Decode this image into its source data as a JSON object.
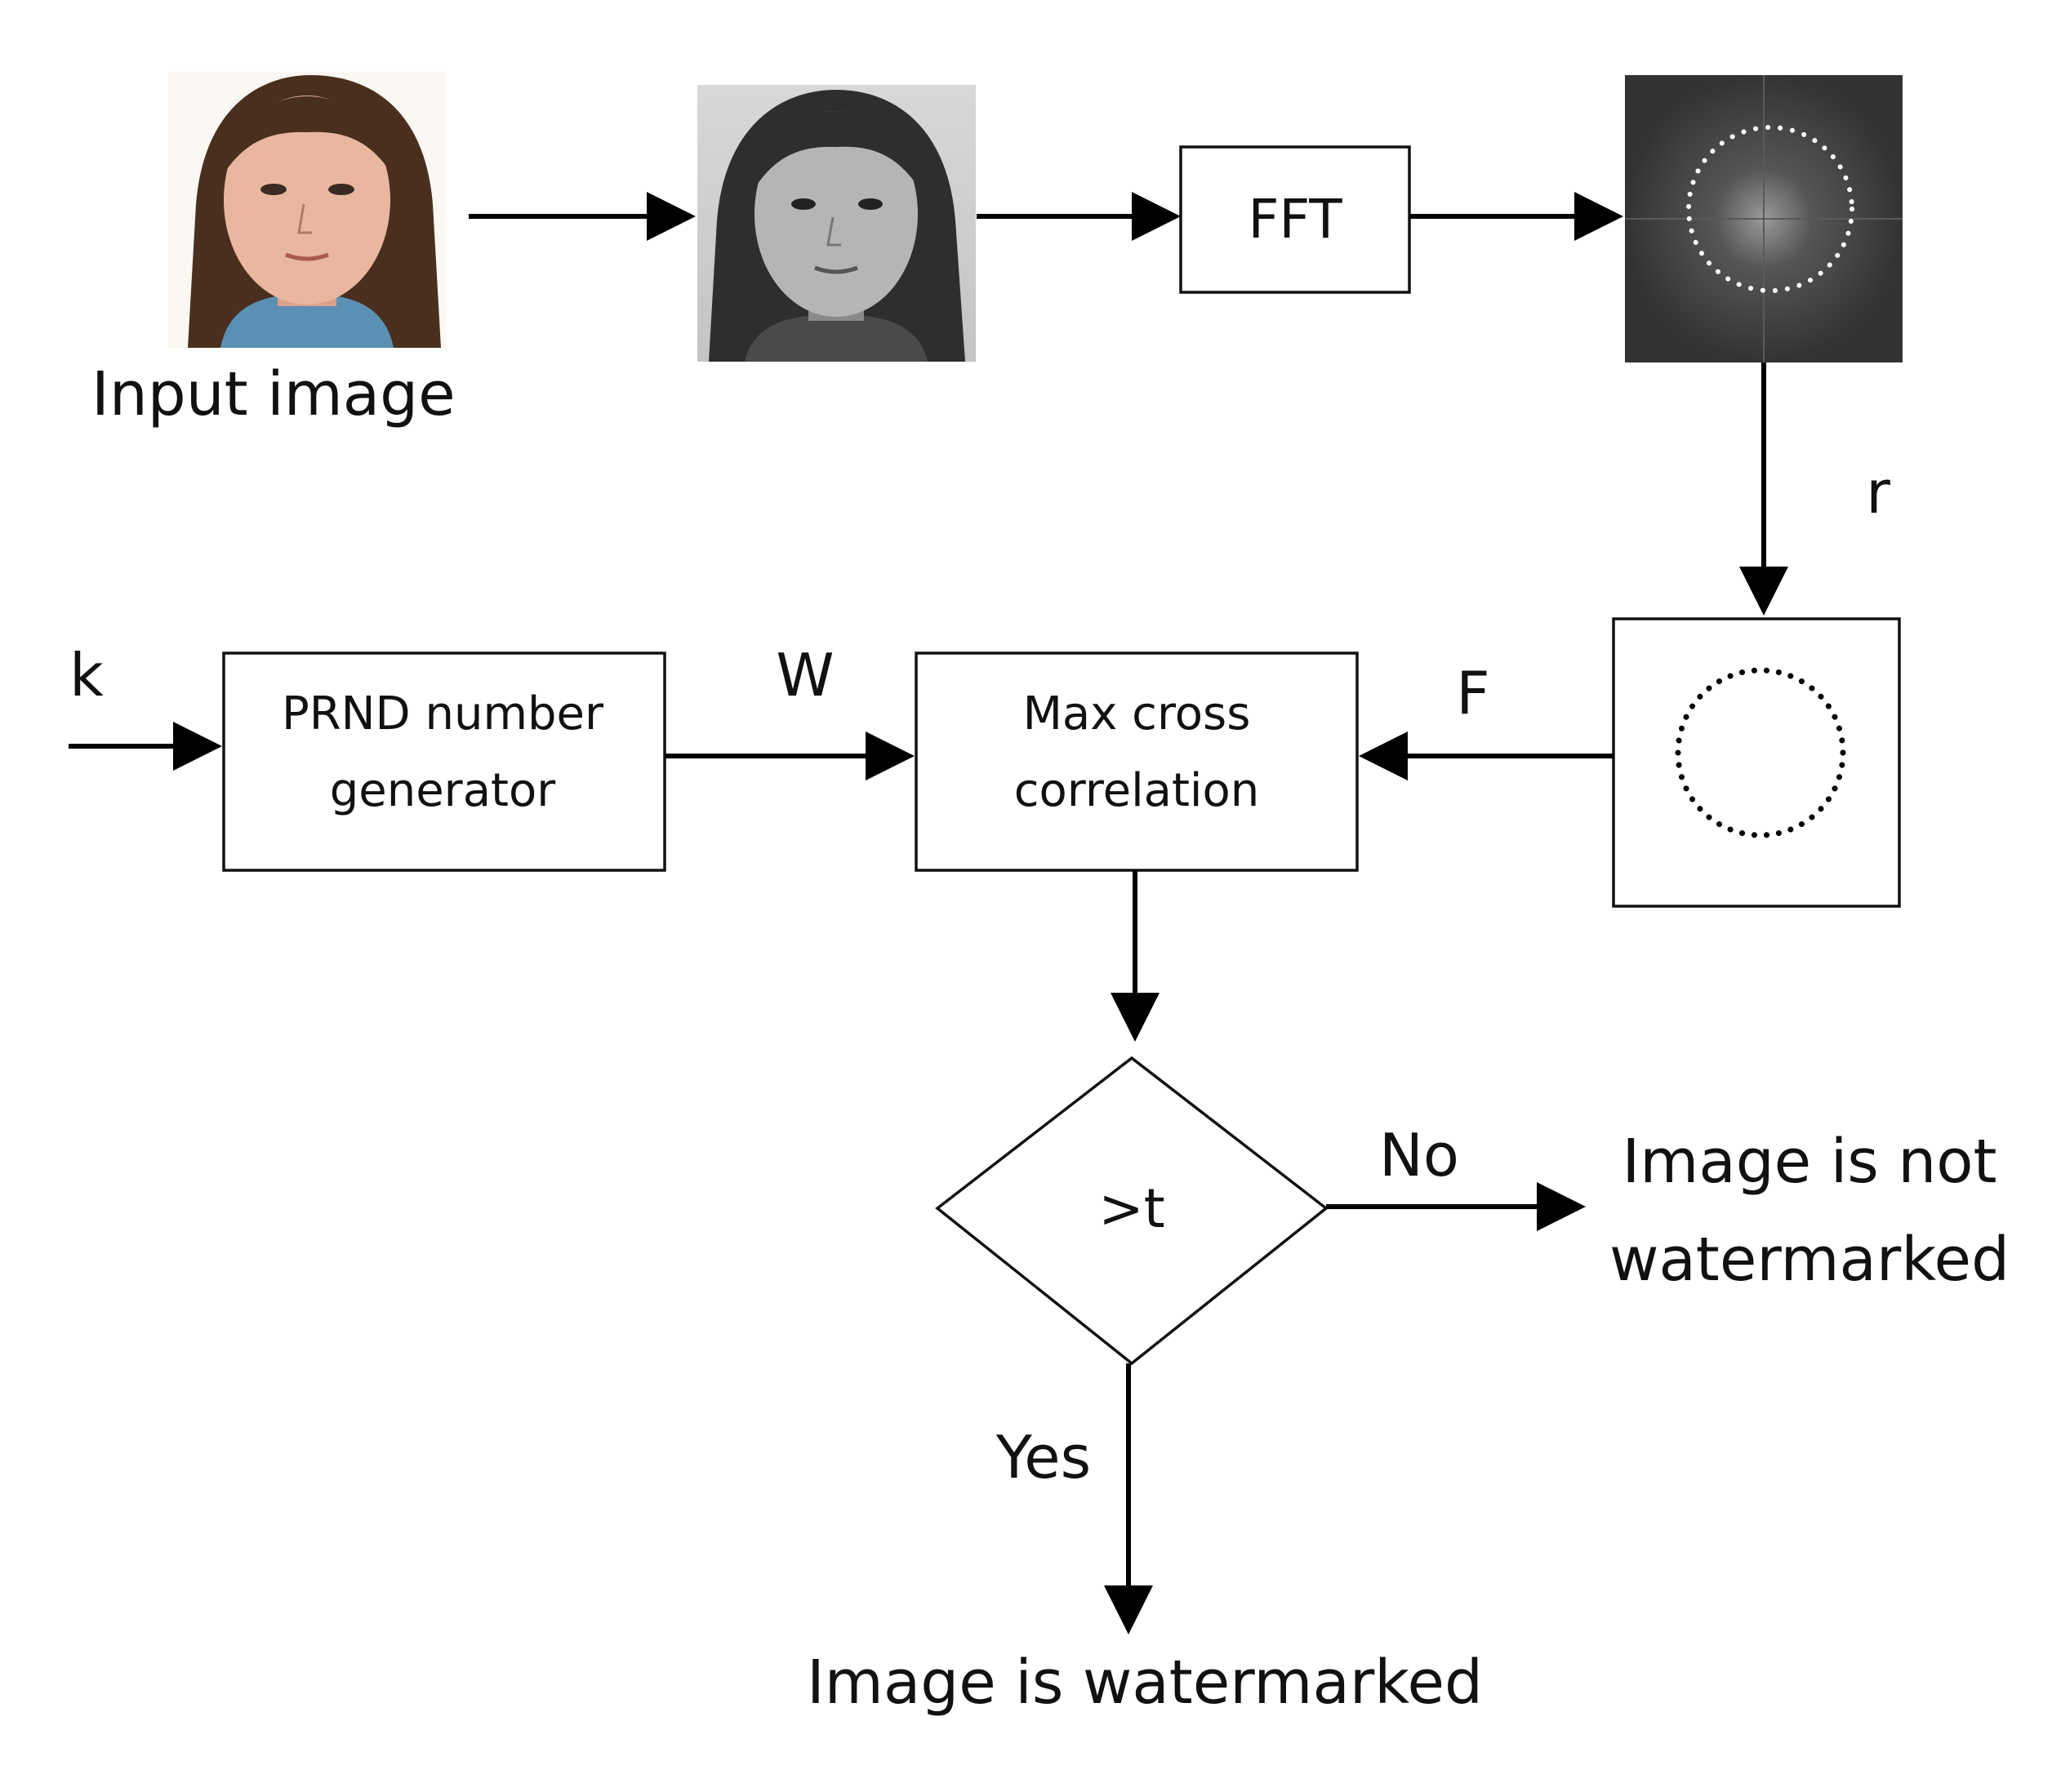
{
  "labels": {
    "input_image": "Input image",
    "fft": "FFT",
    "r": "r",
    "k": "k",
    "prnd_line1": "PRND number",
    "prnd_line2": "generator",
    "w": "W",
    "max_line1": "Max cross",
    "max_line2": "correlation",
    "f": "F",
    "threshold": ">t",
    "no": "No",
    "not_wm_line1": "Image is not",
    "not_wm_line2": "watermarked",
    "yes": "Yes",
    "wm": "Image is watermarked"
  },
  "colors": {
    "stroke": "#000000",
    "skin": "#e9b7a0",
    "hair": "#4a2f1f",
    "sweater": "#5b8fb3",
    "spectrum_bg": "#3a3a3a",
    "dots_light": "#ffffff",
    "dots_dark": "#000000"
  }
}
